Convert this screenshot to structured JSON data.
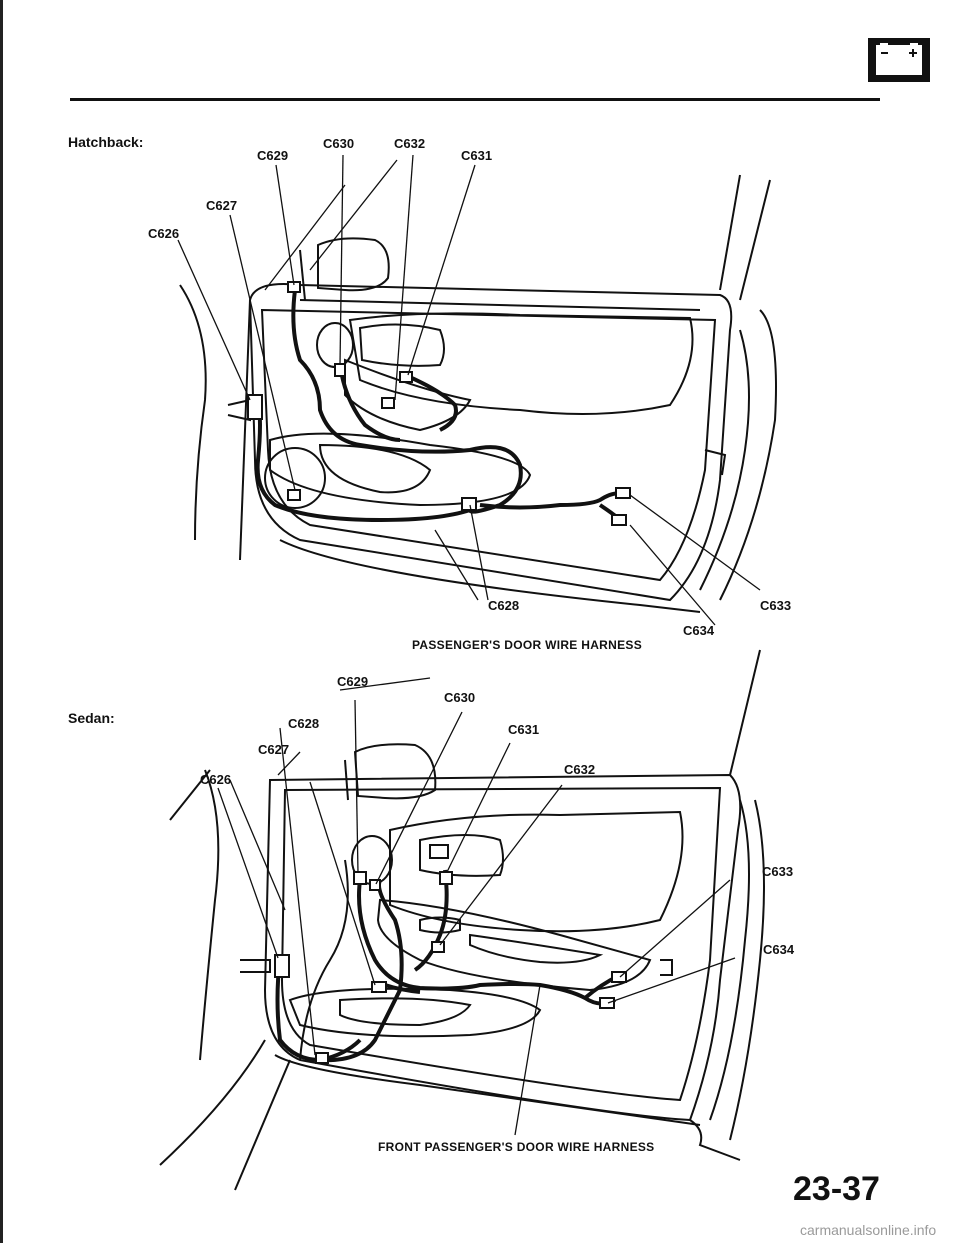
{
  "header": {
    "icon": "battery-icon"
  },
  "hatchback": {
    "section_label": "Hatchback:",
    "harness_label": "PASSENGER'S DOOR WIRE HARNESS",
    "connectors": {
      "c626": "C626",
      "c627": "C627",
      "c628": "C628",
      "c629": "C629",
      "c630": "C630",
      "c631": "C631",
      "c632": "C632",
      "c633": "C633",
      "c634": "C634"
    }
  },
  "sedan": {
    "section_label": "Sedan:",
    "harness_label": "FRONT PASSENGER'S DOOR WIRE HARNESS",
    "connectors": {
      "c626": "C626",
      "c627": "C627",
      "c628": "C628",
      "c629": "C629",
      "c630": "C630",
      "c631": "C631",
      "c632": "C632",
      "c633": "C633",
      "c634": "C634"
    }
  },
  "page_number": "23-37",
  "watermark": "carmanualsonline.info"
}
